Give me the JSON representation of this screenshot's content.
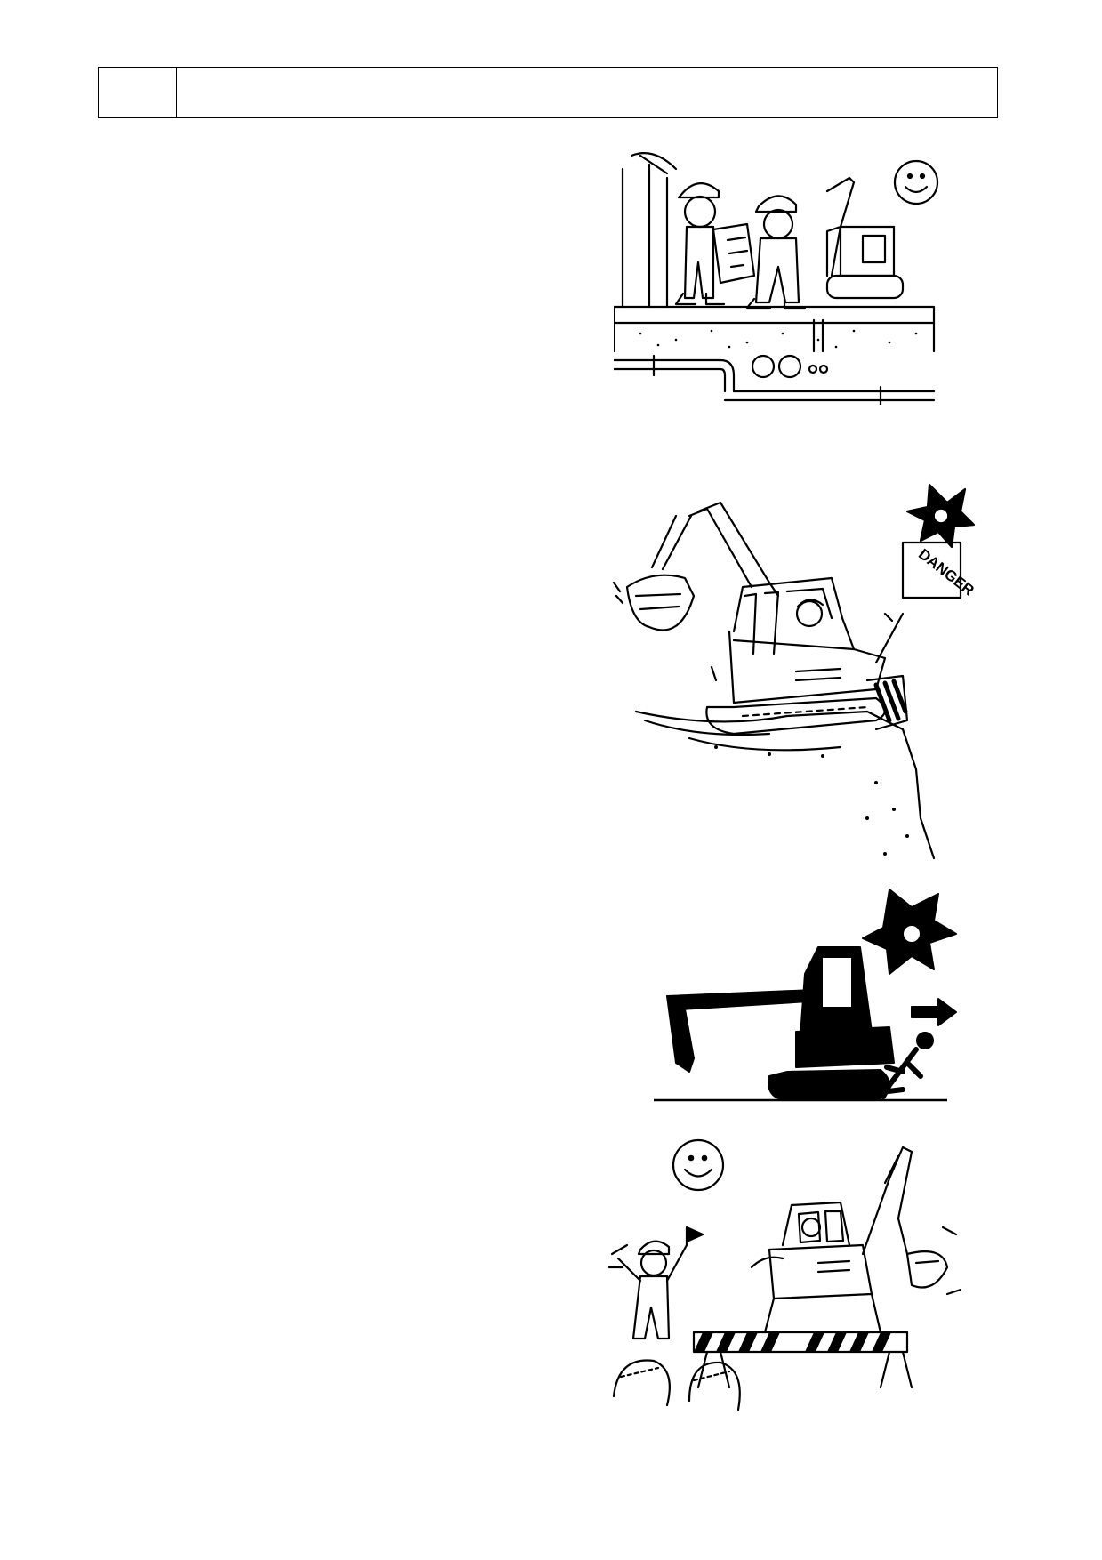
{
  "header": {
    "number_cell": "",
    "title_cell": ""
  },
  "illustrations": [
    {
      "id": "site-planning",
      "icon": "smiley-face-icon"
    },
    {
      "id": "excavator-edge-tipping",
      "icon": "danger-burst-icon",
      "sign_text": "DANGER"
    },
    {
      "id": "excavator-reversing-hazard",
      "icon": "danger-burst-icon"
    },
    {
      "id": "flagman-barrier-safety",
      "icon": "smiley-face-icon"
    }
  ]
}
